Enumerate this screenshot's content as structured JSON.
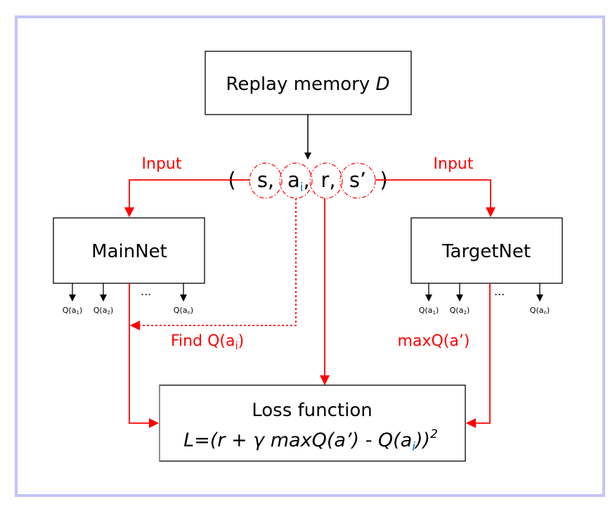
{
  "diagram": {
    "replay_box": {
      "label": "Replay memory ",
      "label_italic": "D"
    },
    "tuple": {
      "open": "(",
      "close": ")",
      "items": [
        {
          "text": "s,",
          "sub": ""
        },
        {
          "text": "a",
          "sub": "i",
          "suffix": ","
        },
        {
          "text": "r,",
          "sub": ""
        },
        {
          "text": "s’",
          "sub": ""
        }
      ]
    },
    "input_left_label": "Input",
    "input_right_label": "Input",
    "mainnet": {
      "label": "MainNet",
      "outputs": [
        "Q(a",
        "Q(a",
        "Q(a"
      ],
      "output_subs": [
        "1",
        "2",
        "n"
      ],
      "ellipsis": "..."
    },
    "targetnet": {
      "label": "TargetNet",
      "outputs": [
        "Q(a",
        "Q(a",
        "Q(a"
      ],
      "output_subs": [
        "1",
        "2",
        "n"
      ],
      "ellipsis": "..."
    },
    "find_label": {
      "text": "Find Q(a",
      "sub": "i",
      "close": ")"
    },
    "maxq_label": "maxQ(a’)",
    "loss_box": {
      "title": "Loss function",
      "formula_main": "L=(r + γ maxQ(a’) - Q(a",
      "formula_sub": "i",
      "formula_close": "))",
      "formula_exp": "2"
    },
    "colors": {
      "frame": "#c4c4f8",
      "flow_red": "#ff0000",
      "subscript_blue": "#0070c0",
      "box_border": "#000000"
    }
  }
}
